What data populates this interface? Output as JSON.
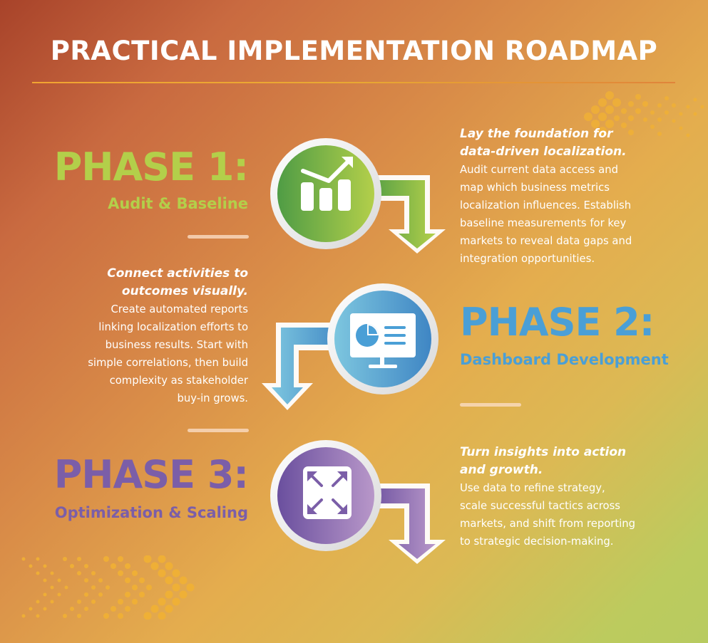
{
  "title": "PRACTICAL IMPLEMENTATION ROADMAP",
  "colors": {
    "phase1": "#b3cf4a",
    "phase2": "#4a9fd6",
    "phase3": "#7b5ea8",
    "background_start": "#a8432a",
    "background_end": "#b8cb60",
    "dots": "#f2b233"
  },
  "phases": [
    {
      "title": "PHASE 1:",
      "subtitle": "Audit & Baseline",
      "icon": "chart-growth-icon",
      "lead": "Lay the foundation for data-driven localization.",
      "lead_lines": [
        "Lay the foundation for",
        "data-driven localization."
      ],
      "body": "Audit current data access and map which business metrics localization influences. Establish baseline measurements for key markets to reveal data gaps and integration opportunities.",
      "body_lines": [
        "Audit current data access and",
        "map which business metrics",
        "localization influences. Establish",
        "baseline measurements for key",
        "markets to reveal data gaps and",
        "integration opportunities."
      ]
    },
    {
      "title": "PHASE 2:",
      "subtitle": "Dashboard Development",
      "icon": "dashboard-monitor-icon",
      "lead": "Connect activities to outcomes visually.",
      "lead_lines": [
        "Connect activities to",
        "outcomes visually."
      ],
      "body": "Create automated reports linking localization efforts to business results. Start with simple correlations, then build complexity as stakeholder buy-in grows.",
      "body_lines": [
        "Create automated reports",
        "linking localization efforts to",
        "business results. Start with",
        "simple correlations, then build",
        "complexity as stakeholder",
        "buy-in grows."
      ]
    },
    {
      "title": "PHASE 3:",
      "subtitle": "Optimization & Scaling",
      "icon": "expand-arrows-icon",
      "lead": "Turn insights into action and growth.",
      "lead_lines": [
        "Turn insights into action",
        "and growth."
      ],
      "body": "Use data to refine strategy, scale successful tactics across markets, and shift from reporting to strategic decision-making.",
      "body_lines": [
        "Use data to refine strategy,",
        "scale successful tactics across",
        "markets, and shift from reporting",
        "to strategic decision-making."
      ]
    }
  ]
}
